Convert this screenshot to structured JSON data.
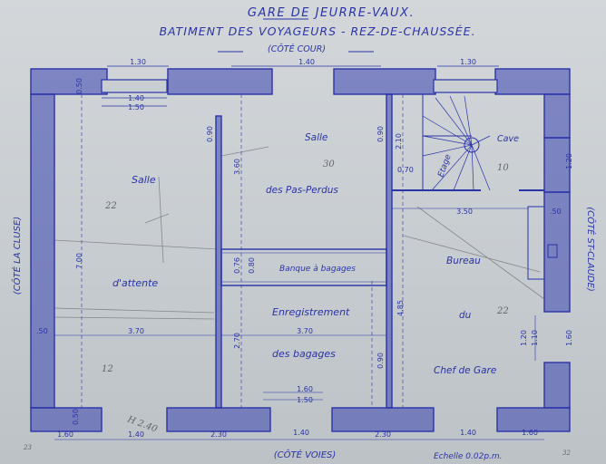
{
  "header": {
    "title": "GARE DE JEURRE-VAUX.",
    "subtitle": "BATIMENT DES VOYAGEURS - REZ-DE-CHAUSSÉE.",
    "orientation_top": "(CÔTÉ COUR)"
  },
  "sides": {
    "left": "(CÔTÉ LA CLUSE)",
    "right": "(CÔTÉ ST-CLAUDE)",
    "bottom": "(CÔTÉ VOIES)"
  },
  "rooms": {
    "salle_pas_perdus_1": "Salle",
    "salle_pas_perdus_2": "des Pas-Perdus",
    "salle_attente_1": "Salle",
    "salle_attente_2": "d'attente",
    "banque": "Banque à bagages",
    "enregistrement_1": "Enregistrement",
    "enregistrement_2": "des bagages",
    "bureau_1": "Bureau",
    "bureau_2": "du",
    "bureau_3": "Chef de Gare",
    "cave": "Cave",
    "etage": "Etage"
  },
  "dimensions": {
    "top_130_left": "1.30",
    "top_140_left": "1.40",
    "top_150_left": "1.50",
    "top_140_mid": "1.40",
    "top_130_right": "1.30",
    "left_050_top": "0.50",
    "d_090_a": "0.90",
    "d_360": "3.60",
    "d_090_b": "0.90",
    "d_210": "2.10",
    "d_070": "0.70",
    "d_120_right": "1.20",
    "d_700": "7.00",
    "d_350": "3.50",
    "d_050_right": ".50",
    "d_076": "0.76",
    "d_080": "0.80",
    "d_485": "4.85",
    "d_050_left": ".50",
    "d_370_a": "3.70",
    "d_370_b": "3.70",
    "d_270": "2.70",
    "d_120_r2": "1.20",
    "d_110": "1.10",
    "d_160_right": "1.60",
    "d_090_c": "0.90",
    "d_160_door": "1.60",
    "d_150_door": "1.50",
    "left_050_bot": "0.50",
    "bot_160_a": "1.60",
    "bot_140_a": "1.40",
    "bot_230_a": "2.30",
    "bot_140_b": "1.40",
    "bot_230_b": "2.30",
    "bot_140_c": "1.40",
    "bot_160_b": "1.60"
  },
  "scale": "Echelle 0.02p.m.",
  "pencil_notes": {
    "n_30": "30",
    "n_22a": "22",
    "n_12": "12",
    "n_10": "10",
    "n_22b": "22",
    "n_h240": "H 2.40",
    "n_corner_left": "23",
    "n_corner_right": "32"
  }
}
